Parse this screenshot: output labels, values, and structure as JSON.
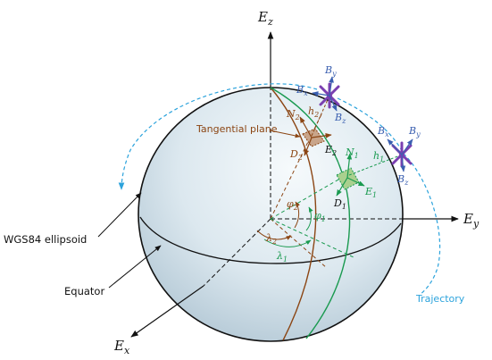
{
  "axes": {
    "ez_base": "E",
    "ez_sub": "z",
    "ey_base": "E",
    "ey_sub": "y",
    "ex_base": "E",
    "ex_sub": "x"
  },
  "callouts": {
    "ellipsoid": "WGS84 ellipsoid",
    "equator": "Equator",
    "tangential_plane": "Tangential plane",
    "trajectory": "Trajectory"
  },
  "frame2": {
    "n_base": "N",
    "n_sub": "2",
    "e_base": "E",
    "e_sub": "2",
    "d_base": "D",
    "d_sub": "2",
    "h_base": "h",
    "h_sub": "2",
    "phi_base": "φ",
    "phi_sub": "2",
    "lambda_base": "λ",
    "lambda_sub": "2"
  },
  "frame1": {
    "n_base": "N",
    "n_sub": "1",
    "e_base": "E",
    "e_sub": "1",
    "d_base": "D",
    "d_sub": "1",
    "h_base": "h",
    "h_sub": "1",
    "phi_base": "φ",
    "phi_sub": "1",
    "lambda_base": "λ",
    "lambda_sub": "1"
  },
  "body_frame_upper": {
    "bx_base": "B",
    "bx_sub": "x",
    "by_base": "B",
    "by_sub": "y",
    "bz_base": "B",
    "bz_sub": "z"
  },
  "body_frame_lower": {
    "bx_base": "B",
    "bx_sub": "x",
    "by_base": "B",
    "by_sub": "y",
    "bz_base": "B",
    "bz_sub": "z"
  },
  "colors": {
    "frame2": "#8b4513",
    "frame1": "#1a9a50",
    "body_axes": "#3a5fb0",
    "aircraft": "#7a3fb0",
    "trajectory": "#2ca3dc",
    "ellipsoid_rim": "#111111",
    "sphere_light": "#f2f7fa",
    "sphere_dark": "#b8cdda",
    "plane2_fill": "#c9a58a",
    "plane1_fill": "#a9d08e"
  }
}
